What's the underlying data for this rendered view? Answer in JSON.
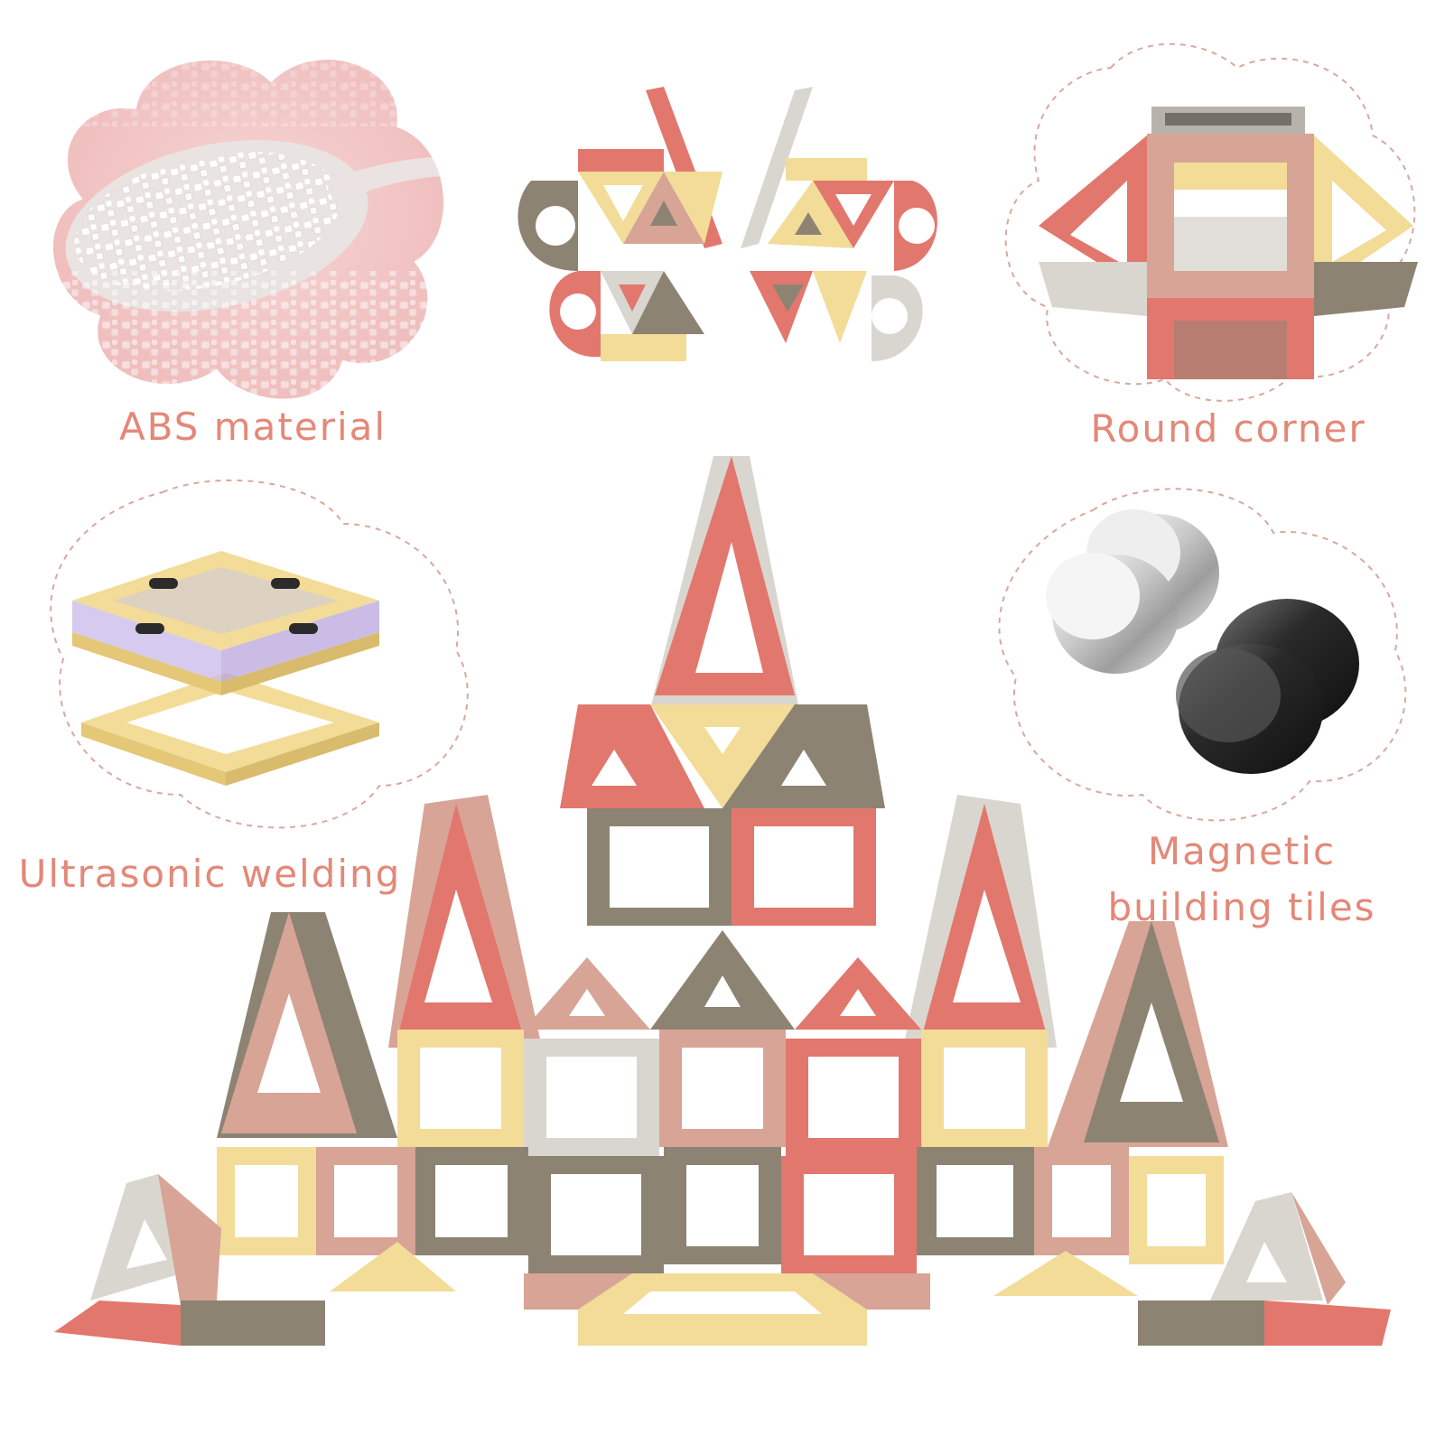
{
  "features": [
    {
      "id": "abs",
      "label": "ABS material"
    },
    {
      "id": "round",
      "label": "Round corner"
    },
    {
      "id": "weld",
      "label": "Ultrasonic welding"
    },
    {
      "id": "magnet",
      "label": "Magnetic building tiles"
    }
  ],
  "colors": {
    "coral": "#e2776e",
    "dusty_pink": "#d7a496",
    "butter": "#f2dc98",
    "taupe": "#8d8373",
    "light_gray": "#d9d6cf",
    "label_text": "#e48878",
    "dash_circle": "#d9a89d",
    "pellet_bg": "#f1c4c4"
  },
  "icons": [
    "plastic-pellets-photo",
    "tile-ball-illustration",
    "tile-dome-illustration",
    "welded-square-tile-illustration",
    "magnet-discs-illustration",
    "castle-illustration"
  ]
}
